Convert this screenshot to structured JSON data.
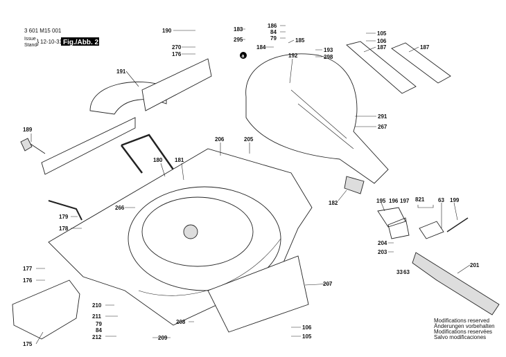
{
  "header": {
    "part_number": "3 601 M15 001",
    "issue_label": "Issue",
    "stand_label": "Stand",
    "date": "12-10-31",
    "figure": "Fig./Abb. 2"
  },
  "marker": "a",
  "labels": [
    "190",
    "270",
    "176",
    "191",
    "189",
    "180",
    "181",
    "206",
    "205",
    "266",
    "179",
    "178",
    "177",
    "176",
    "175",
    "210",
    "211",
    "79",
    "84",
    "212",
    "208",
    "209",
    "207",
    "106",
    "105",
    "183",
    "295",
    "186",
    "84",
    "79",
    "185",
    "184",
    "192",
    "193",
    "298",
    "105",
    "106",
    "187",
    "187",
    "291",
    "267",
    "182",
    "195",
    "196",
    "197",
    "821",
    "63",
    "199",
    "204",
    "203",
    "33",
    "63",
    "201"
  ],
  "notes": [
    "Modifications reserved",
    "Änderungen vorbehalten",
    "Modifications reservées",
    "Salvo modificaciones"
  ]
}
